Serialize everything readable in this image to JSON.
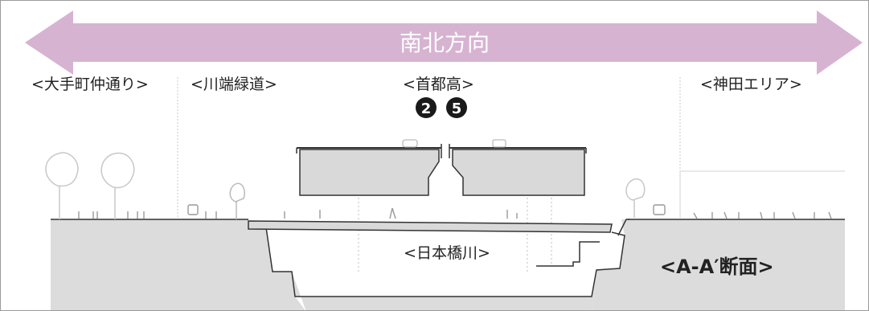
{
  "direction_label": "南北方向",
  "zones": [
    {
      "label": "<大手町仲通り>"
    },
    {
      "label": "<川端緑道>"
    },
    {
      "label": "<首都高>"
    },
    {
      "label": "<神田エリア>"
    }
  ],
  "route_badges": [
    "2",
    "5"
  ],
  "river_label": "<日本橋川>",
  "section_label": "<A-A′断面>",
  "colors": {
    "arrow": "#d7b3d2",
    "ground": "#dcdcdc",
    "structure_fill": "#d9d9d9",
    "badge": "#1a1a1a"
  }
}
